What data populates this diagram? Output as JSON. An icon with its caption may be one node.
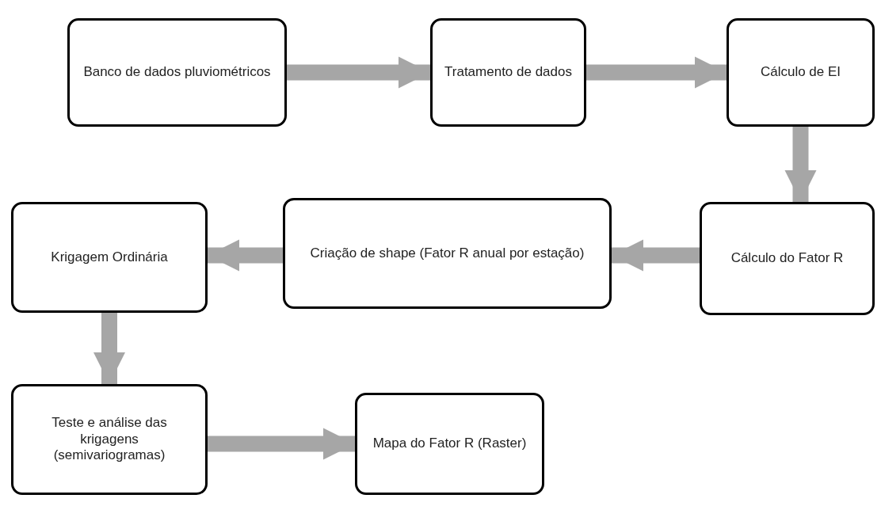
{
  "diagram": {
    "nodes": [
      {
        "text": [
          "Banco de dados pluviométricos"
        ]
      },
      {
        "text": [
          "Tratamento de dados"
        ]
      },
      {
        "text": [
          "Cálculo de EI"
        ]
      },
      {
        "text": [
          "Cálculo do Fator R"
        ]
      },
      {
        "text": [
          "Criação de shape (Fator R anual por estação)"
        ]
      },
      {
        "text": [
          "Krigagem Ordinária"
        ]
      },
      {
        "text": [
          "Teste e análise das krigagens (semivariogramas)"
        ]
      },
      {
        "text": [
          "Mapa do Fator R (Raster)"
        ]
      }
    ],
    "edges": [
      {
        "from": 0,
        "to": 1,
        "arrow": "to"
      },
      {
        "from": 1,
        "to": 2,
        "arrow": "to"
      },
      {
        "from": 2,
        "to": 3,
        "arrow": "to"
      },
      {
        "from": 3,
        "to": 4,
        "arrow": "to"
      },
      {
        "from": 4,
        "to": 5,
        "arrow": "to"
      },
      {
        "from": 5,
        "to": 6,
        "arrow": "to"
      },
      {
        "from": 6,
        "to": 7,
        "arrow": "to"
      }
    ]
  }
}
